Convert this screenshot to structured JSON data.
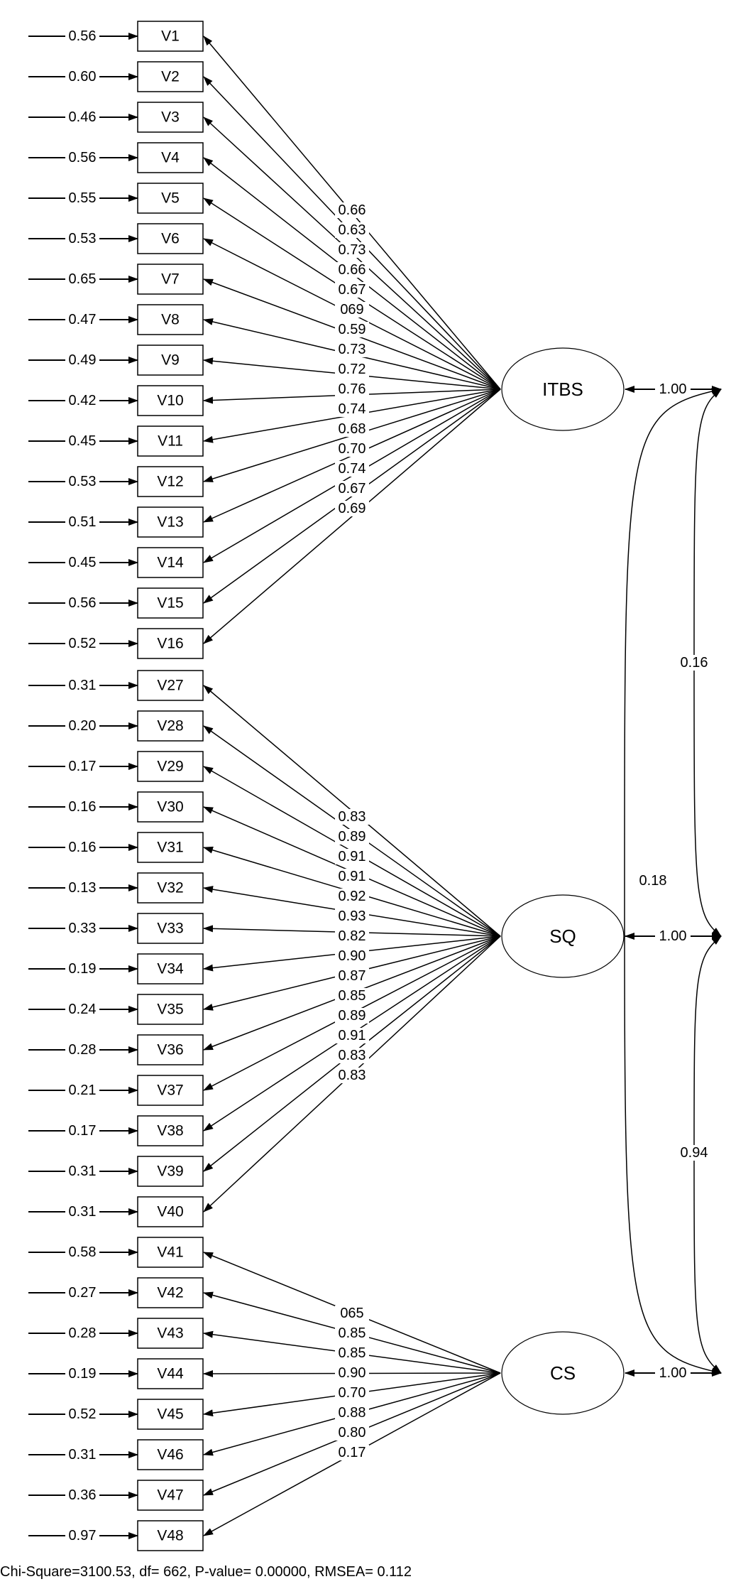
{
  "latents": [
    {
      "id": "ITBS",
      "label": "ITBS",
      "variance": "1.00"
    },
    {
      "id": "SQ",
      "label": "SQ",
      "variance": "1.00"
    },
    {
      "id": "CS",
      "label": "CS",
      "variance": "1.00"
    }
  ],
  "indicators": [
    {
      "label": "V1",
      "error": "0.56",
      "loading": "0.66",
      "factor": "ITBS"
    },
    {
      "label": "V2",
      "error": "0.60",
      "loading": "0.63",
      "factor": "ITBS"
    },
    {
      "label": "V3",
      "error": "0.46",
      "loading": "0.73",
      "factor": "ITBS"
    },
    {
      "label": "V4",
      "error": "0.56",
      "loading": "0.66",
      "factor": "ITBS"
    },
    {
      "label": "V5",
      "error": "0.55",
      "loading": "0.67",
      "factor": "ITBS"
    },
    {
      "label": "V6",
      "error": "0.53",
      "loading": "069",
      "factor": "ITBS"
    },
    {
      "label": "V7",
      "error": "0.65",
      "loading": "0.59",
      "factor": "ITBS"
    },
    {
      "label": "V8",
      "error": "0.47",
      "loading": "0.73",
      "factor": "ITBS"
    },
    {
      "label": "V9",
      "error": "0.49",
      "loading": "0.72",
      "factor": "ITBS"
    },
    {
      "label": "V10",
      "error": "0.42",
      "loading": "0.76",
      "factor": "ITBS"
    },
    {
      "label": "V11",
      "error": "0.45",
      "loading": "0.74",
      "factor": "ITBS"
    },
    {
      "label": "V12",
      "error": "0.53",
      "loading": "0.68",
      "factor": "ITBS"
    },
    {
      "label": "V13",
      "error": "0.51",
      "loading": "0.70",
      "factor": "ITBS"
    },
    {
      "label": "V14",
      "error": "0.45",
      "loading": "0.74",
      "factor": "ITBS"
    },
    {
      "label": "V15",
      "error": "0.56",
      "loading": "0.67",
      "factor": "ITBS"
    },
    {
      "label": "V16",
      "error": "0.52",
      "loading": "0.69",
      "factor": "ITBS"
    },
    {
      "label": "V27",
      "error": "0.31",
      "loading": "0.83",
      "factor": "SQ"
    },
    {
      "label": "V28",
      "error": "0.20",
      "loading": "0.89",
      "factor": "SQ"
    },
    {
      "label": "V29",
      "error": "0.17",
      "loading": "0.91",
      "factor": "SQ"
    },
    {
      "label": "V30",
      "error": "0.16",
      "loading": "0.91",
      "factor": "SQ"
    },
    {
      "label": "V31",
      "error": "0.16",
      "loading": "0.92",
      "factor": "SQ"
    },
    {
      "label": "V32",
      "error": "0.13",
      "loading": "0.93",
      "factor": "SQ"
    },
    {
      "label": "V33",
      "error": "0.33",
      "loading": "0.82",
      "factor": "SQ"
    },
    {
      "label": "V34",
      "error": "0.19",
      "loading": "0.90",
      "factor": "SQ"
    },
    {
      "label": "V35",
      "error": "0.24",
      "loading": "0.87",
      "factor": "SQ"
    },
    {
      "label": "V36",
      "error": "0.28",
      "loading": "0.85",
      "factor": "SQ"
    },
    {
      "label": "V37",
      "error": "0.21",
      "loading": "0.89",
      "factor": "SQ"
    },
    {
      "label": "V38",
      "error": "0.17",
      "loading": "0.91",
      "factor": "SQ"
    },
    {
      "label": "V39",
      "error": "0.31",
      "loading": "0.83",
      "factor": "SQ"
    },
    {
      "label": "V40",
      "error": "0.31",
      "loading": "0.83",
      "factor": "SQ"
    },
    {
      "label": "V41",
      "error": "0.58",
      "loading": "065",
      "factor": "CS"
    },
    {
      "label": "V42",
      "error": "0.27",
      "loading": "0.85",
      "factor": "CS"
    },
    {
      "label": "V43",
      "error": "0.28",
      "loading": "0.85",
      "factor": "CS"
    },
    {
      "label": "V44",
      "error": "0.19",
      "loading": "0.90",
      "factor": "CS"
    },
    {
      "label": "V45",
      "error": "0.52",
      "loading": "0.70",
      "factor": "CS"
    },
    {
      "label": "V46",
      "error": "0.31",
      "loading": "0.88",
      "factor": "CS"
    },
    {
      "label": "V47",
      "error": "0.36",
      "loading": "0.80",
      "factor": "CS"
    },
    {
      "label": "V48",
      "error": "0.97",
      "loading": "0.17",
      "factor": "CS"
    }
  ],
  "correlations": [
    {
      "from": "ITBS",
      "to": "SQ",
      "value": "0.16"
    },
    {
      "from": "ITBS",
      "to": "CS",
      "value": "0.18"
    },
    {
      "from": "SQ",
      "to": "CS",
      "value": "0.94"
    }
  ],
  "fit_statistics": "Chi-Square=3100.53, df= 662, P-value= 0.00000, RMSEA= 0.112"
}
